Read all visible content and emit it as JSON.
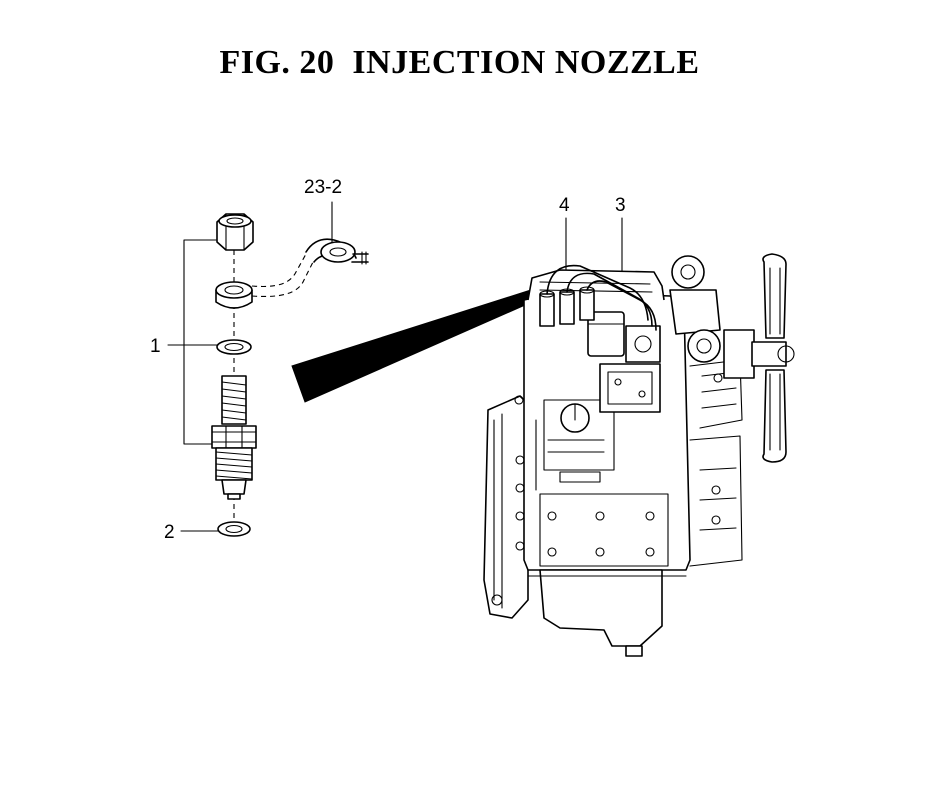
{
  "title": "FIG. 20  INJECTION NOZZLE",
  "callouts": {
    "nozzle_assembly": "1",
    "washer": "2",
    "pipe": "23-2",
    "part_4": "4",
    "part_3": "3"
  }
}
